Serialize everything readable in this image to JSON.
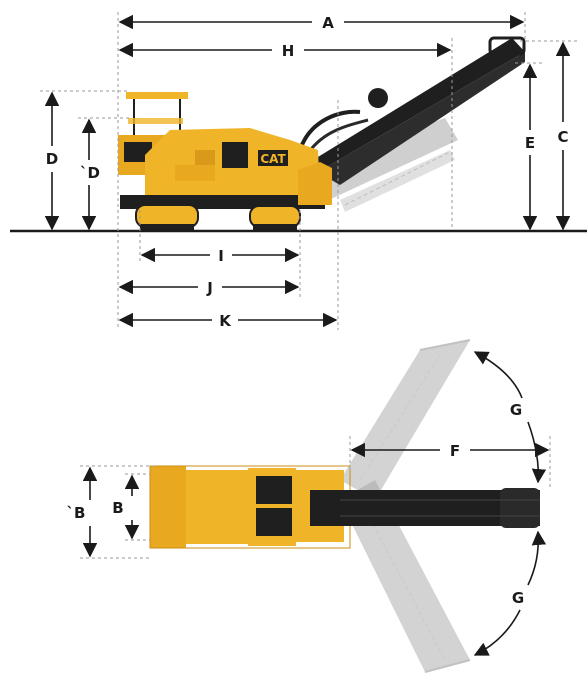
{
  "labels": {
    "A": "A",
    "H": "H",
    "C": "C",
    "E": "E",
    "D": "D",
    "D_prime": "`D",
    "I": "I",
    "J": "J",
    "K": "K",
    "F": "F",
    "G_top": "G",
    "G_bottom": "G",
    "B": "B",
    "B_prime": "`B"
  },
  "logo": {
    "text": "CAT"
  },
  "colors": {
    "machine_yellow": "#f0b429",
    "machine_dark": "#1f1f1f",
    "conveyor_ghost": "#a8a8a8",
    "dimension_line": "#1a1a1a",
    "extension_line": "#9a9a9a"
  }
}
